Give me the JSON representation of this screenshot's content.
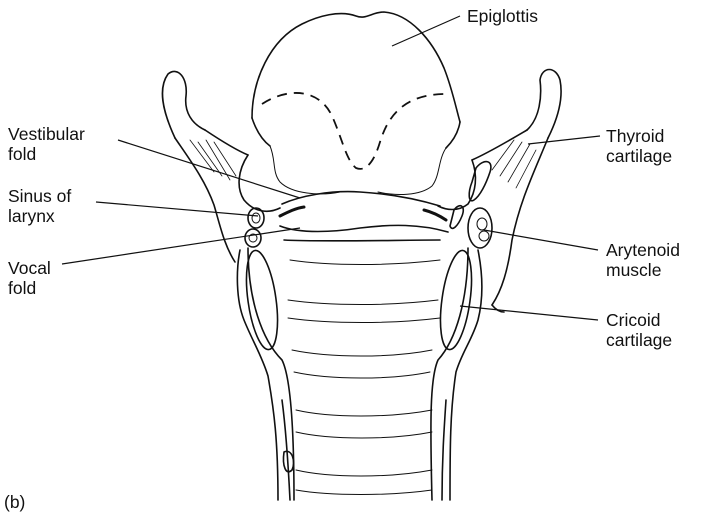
{
  "figure": {
    "panel_tag": "(b)",
    "labels": {
      "epiglottis": [
        "Epiglottis"
      ],
      "vestibular_fold": [
        "Vestibular",
        "fold"
      ],
      "sinus_of_larynx": [
        "Sinus of",
        "larynx"
      ],
      "vocal_fold": [
        "Vocal",
        "fold"
      ],
      "thyroid_cartilage": [
        "Thyroid",
        "cartilage"
      ],
      "arytenoid_muscle": [
        "Arytenoid",
        "muscle"
      ],
      "cricoid_cartilage": [
        "Cricoid",
        "cartilage"
      ]
    }
  }
}
